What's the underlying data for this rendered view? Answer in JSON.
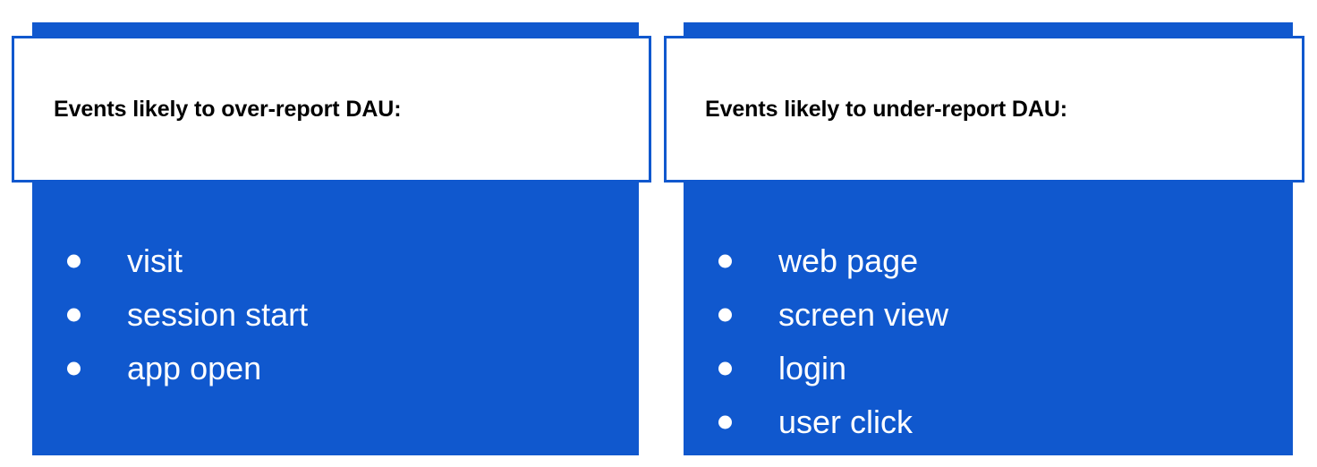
{
  "theme": {
    "brand_blue": "#1058CE",
    "panel_text_color": "#FFFFFF",
    "title_text_color": "#000000",
    "page_background": "#FFFFFF"
  },
  "columns": [
    {
      "id": "over-report",
      "title": "Events likely to over-report DAU:",
      "bullets": [
        {
          "label": "visit"
        },
        {
          "label": "session start"
        },
        {
          "label": "app open"
        }
      ]
    },
    {
      "id": "under-report",
      "title": "Events likely to under-report DAU:",
      "bullets": [
        {
          "label": "web page"
        },
        {
          "label": "screen view"
        },
        {
          "label": "login"
        },
        {
          "label": "user click"
        }
      ]
    }
  ]
}
